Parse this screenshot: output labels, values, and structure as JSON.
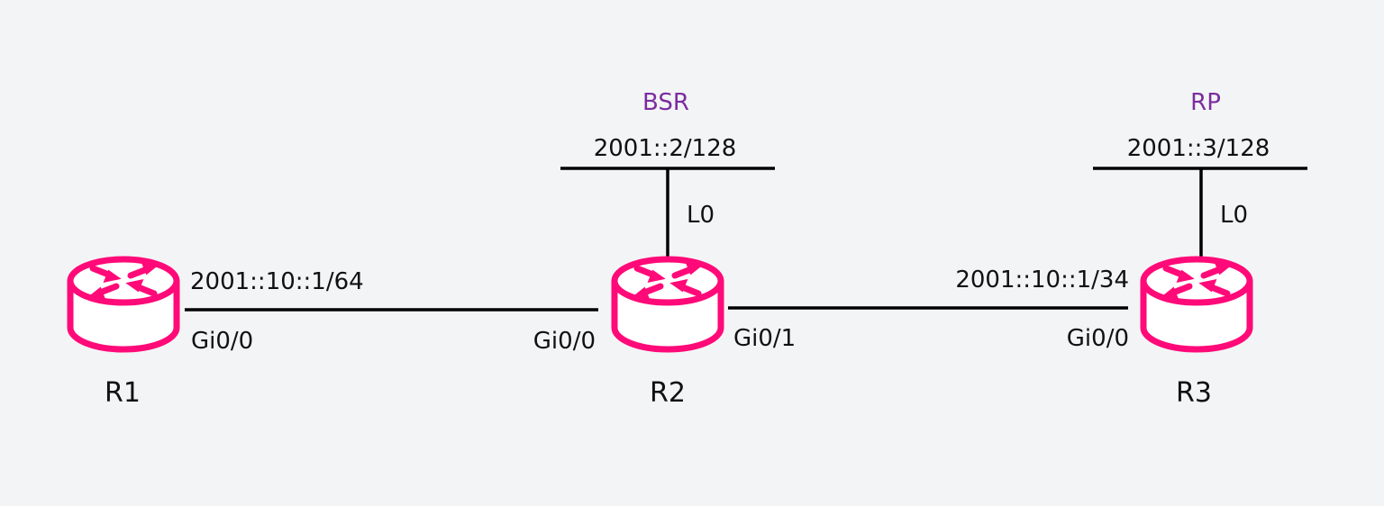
{
  "colors": {
    "background": "#f3f4f6",
    "router": "#ff0a78",
    "role_label": "#7b2d9e",
    "line": "#000000",
    "text": "#111111"
  },
  "routers": [
    {
      "name": "R1",
      "icon": "router-icon"
    },
    {
      "name": "R2",
      "icon": "router-icon"
    },
    {
      "name": "R3",
      "icon": "router-icon"
    }
  ],
  "links": [
    {
      "from": "R1",
      "to": "R2",
      "address": "2001::10::1/64",
      "left_interface": "Gi0/0",
      "right_interface": "Gi0/0"
    },
    {
      "from": "R2",
      "to": "R3",
      "address": "2001::10::1/34",
      "left_interface": "Gi0/1",
      "right_interface": "Gi0/0"
    }
  ],
  "loopbacks": [
    {
      "router": "R2",
      "role": "BSR",
      "address": "2001::2/128",
      "interface": "L0"
    },
    {
      "router": "R3",
      "role": "RP",
      "address": "2001::3/128",
      "interface": "L0"
    }
  ]
}
